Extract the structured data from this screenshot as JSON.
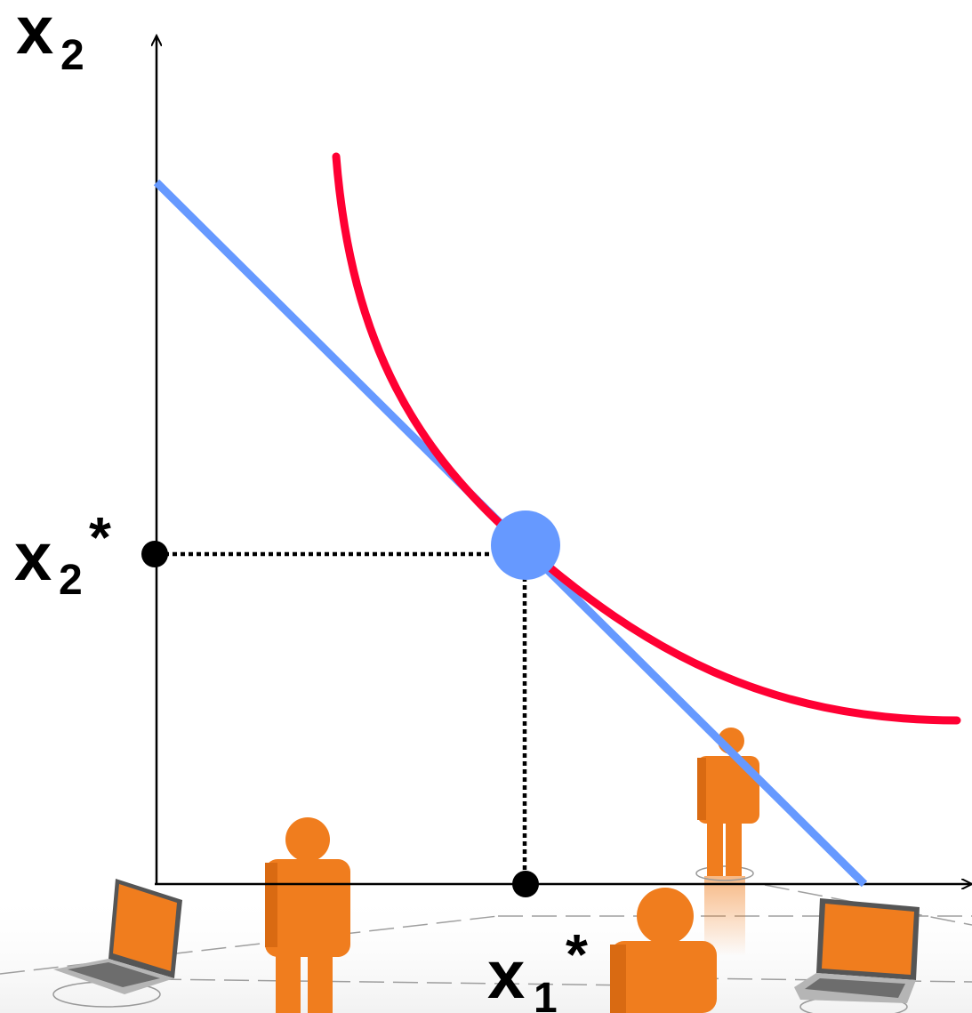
{
  "labels": {
    "y_axis": "x",
    "y_axis_sub": "2",
    "y_star": "x",
    "y_star_sub": "2",
    "y_star_sup": "*",
    "x_star": "x",
    "x_star_sub": "1",
    "x_star_sup": "*"
  },
  "colors": {
    "axis": "#000000",
    "budget_line": "#6699ff",
    "indifference_curve": "#ff0033",
    "optimum_dot": "#6699ff",
    "people": "#f07d1e",
    "laptop_screen": "#f07d1e",
    "laptop_body": "#9a9a9a"
  },
  "icons": [
    "person-icon",
    "laptop-icon"
  ]
}
